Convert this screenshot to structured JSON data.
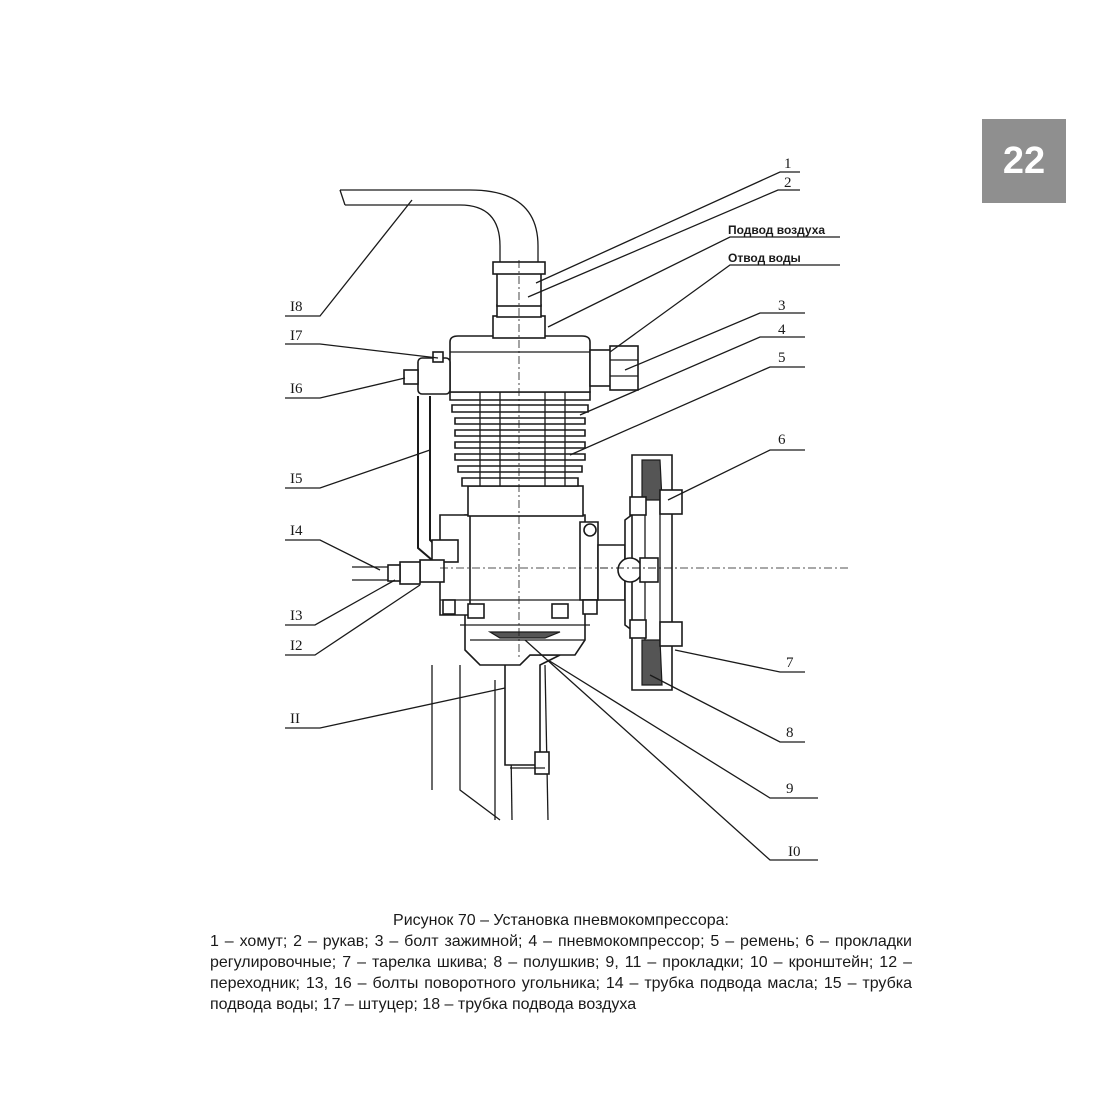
{
  "page_number": "22",
  "diagram": {
    "callouts": {
      "c1": "1",
      "c2": "2",
      "c3": "3",
      "c4": "4",
      "c5": "5",
      "c6": "6",
      "c7": "7",
      "c8": "8",
      "c9": "9",
      "c10": "I0",
      "c11": "II",
      "c12": "I2",
      "c13": "I3",
      "c14": "I4",
      "c15": "I5",
      "c16": "I6",
      "c17": "I7",
      "c18": "I8"
    },
    "air_inlet_label": "Подвод воздуха",
    "water_outlet_label": "Отвод воды"
  },
  "caption": {
    "title": "Рисунок 70 – Установка пневмокомпрессора:",
    "body": "1 – хомут; 2 – рукав; 3 – болт зажимной; 4 – пневмокомпрессор; 5 – ремень; 6 – прокладки регулировочные; 7 – тарелка шкива; 8 – полушкив; 9, 11 – прокладки; 10 – кронштейн; 12 – переходник; 13, 16 – болты поворотного угольника; 14 – трубка подвода масла; 15 – трубка подвода воды; 17 – штуцер; 18 – трубка подвода воздуха"
  }
}
